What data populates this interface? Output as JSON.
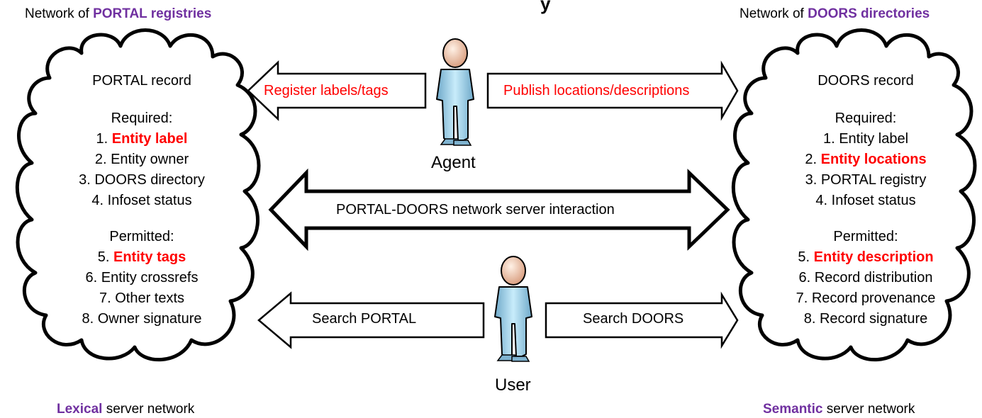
{
  "title_fragment": "y",
  "left": {
    "network_prefix": "Network of ",
    "network_name": "PORTAL registries",
    "footer_bold": "Lexical",
    "footer_rest": " server network",
    "record": {
      "title": "PORTAL record",
      "required_heading": "Required:",
      "required": [
        {
          "num": "1. ",
          "text": "Entity label",
          "highlight": true
        },
        {
          "num": "2. ",
          "text": "Entity owner",
          "highlight": false
        },
        {
          "num": "3. ",
          "text": "DOORS directory",
          "highlight": false
        },
        {
          "num": "4. ",
          "text": "Infoset status",
          "highlight": false
        }
      ],
      "permitted_heading": "Permitted:",
      "permitted": [
        {
          "num": "5. ",
          "text": "Entity tags",
          "highlight": true
        },
        {
          "num": "6. ",
          "text": "Entity crossrefs",
          "highlight": false
        },
        {
          "num": "7. ",
          "text": "Other texts",
          "highlight": false
        },
        {
          "num": "8. ",
          "text": "Owner signature",
          "highlight": false
        }
      ]
    }
  },
  "right": {
    "network_prefix": "Network of ",
    "network_name": "DOORS directories",
    "footer_bold": "Semantic",
    "footer_rest": " server network",
    "record": {
      "title": "DOORS record",
      "required_heading": "Required:",
      "required": [
        {
          "num": "1. ",
          "text": "Entity label",
          "highlight": false
        },
        {
          "num": "2. ",
          "text": "Entity locations",
          "highlight": true
        },
        {
          "num": "3. ",
          "text": "PORTAL registry",
          "highlight": false
        },
        {
          "num": "4. ",
          "text": "Infoset status",
          "highlight": false
        }
      ],
      "permitted_heading": "Permitted:",
      "permitted": [
        {
          "num": "5. ",
          "text": "Entity description",
          "highlight": true
        },
        {
          "num": "6. ",
          "text": "Record distribution",
          "highlight": false
        },
        {
          "num": "7. ",
          "text": "Record provenance",
          "highlight": false
        },
        {
          "num": "8. ",
          "text": "Record signature",
          "highlight": false
        }
      ]
    }
  },
  "arrows": {
    "register": "Register labels/tags",
    "publish": "Publish locations/descriptions",
    "interaction": "PORTAL-DOORS network server interaction",
    "search_portal": "Search PORTAL",
    "search_doors": "Search DOORS"
  },
  "agents": {
    "agent": "Agent",
    "user": "User"
  },
  "colors": {
    "purple": "#7030a0",
    "red": "#ff0000",
    "figure_body": "#a9d8ef",
    "figure_head": "#f3c9b0"
  }
}
